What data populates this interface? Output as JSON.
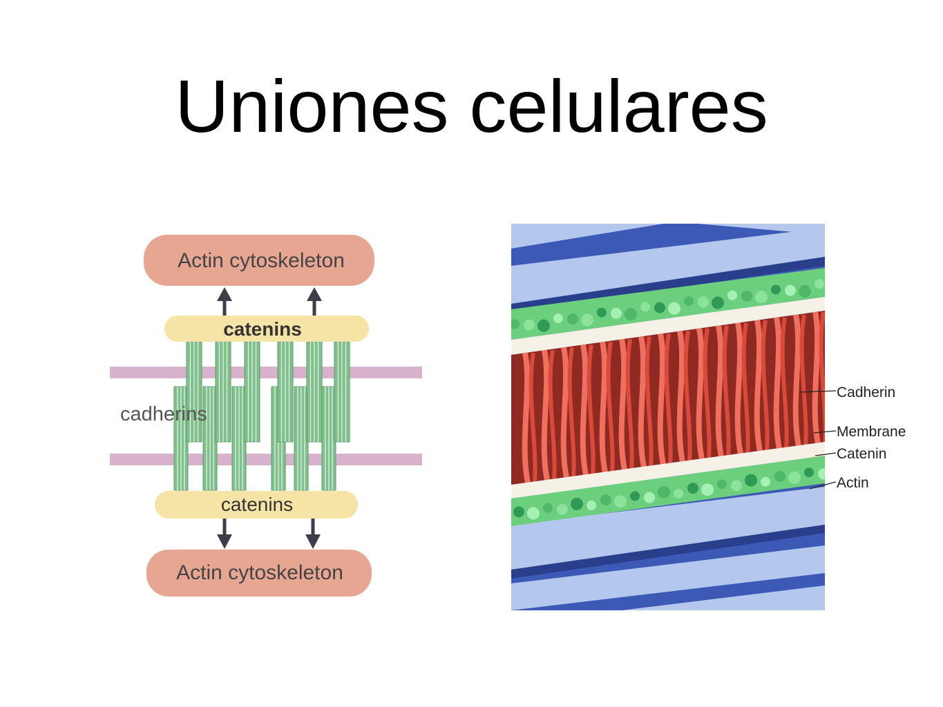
{
  "slide": {
    "title": "Uniones celulares"
  },
  "left_diagram": {
    "top_cytoskeleton": "Actin cytoskeleton",
    "top_catenins": "catenins",
    "cadherins": "cadherins",
    "bottom_catenins": "catenins",
    "bottom_cytoskeleton": "Actin cytoskeleton",
    "colors": {
      "cytoskeleton": "#e7a691",
      "catenins": "#f6e3a6",
      "membrane": "#d8b2cc",
      "cadherin": "#7fc08c",
      "arrow": "#3c3f4a"
    }
  },
  "right_diagram": {
    "labels": [
      "Cadherin",
      "Membrane",
      "Catenin",
      "Actin"
    ],
    "colors": {
      "background": "#3c59b6",
      "actin": "#b4c8ee",
      "membrane": "#f6f1e6",
      "cadherin": "#f07060",
      "catenin": "#6ccf7e"
    }
  }
}
